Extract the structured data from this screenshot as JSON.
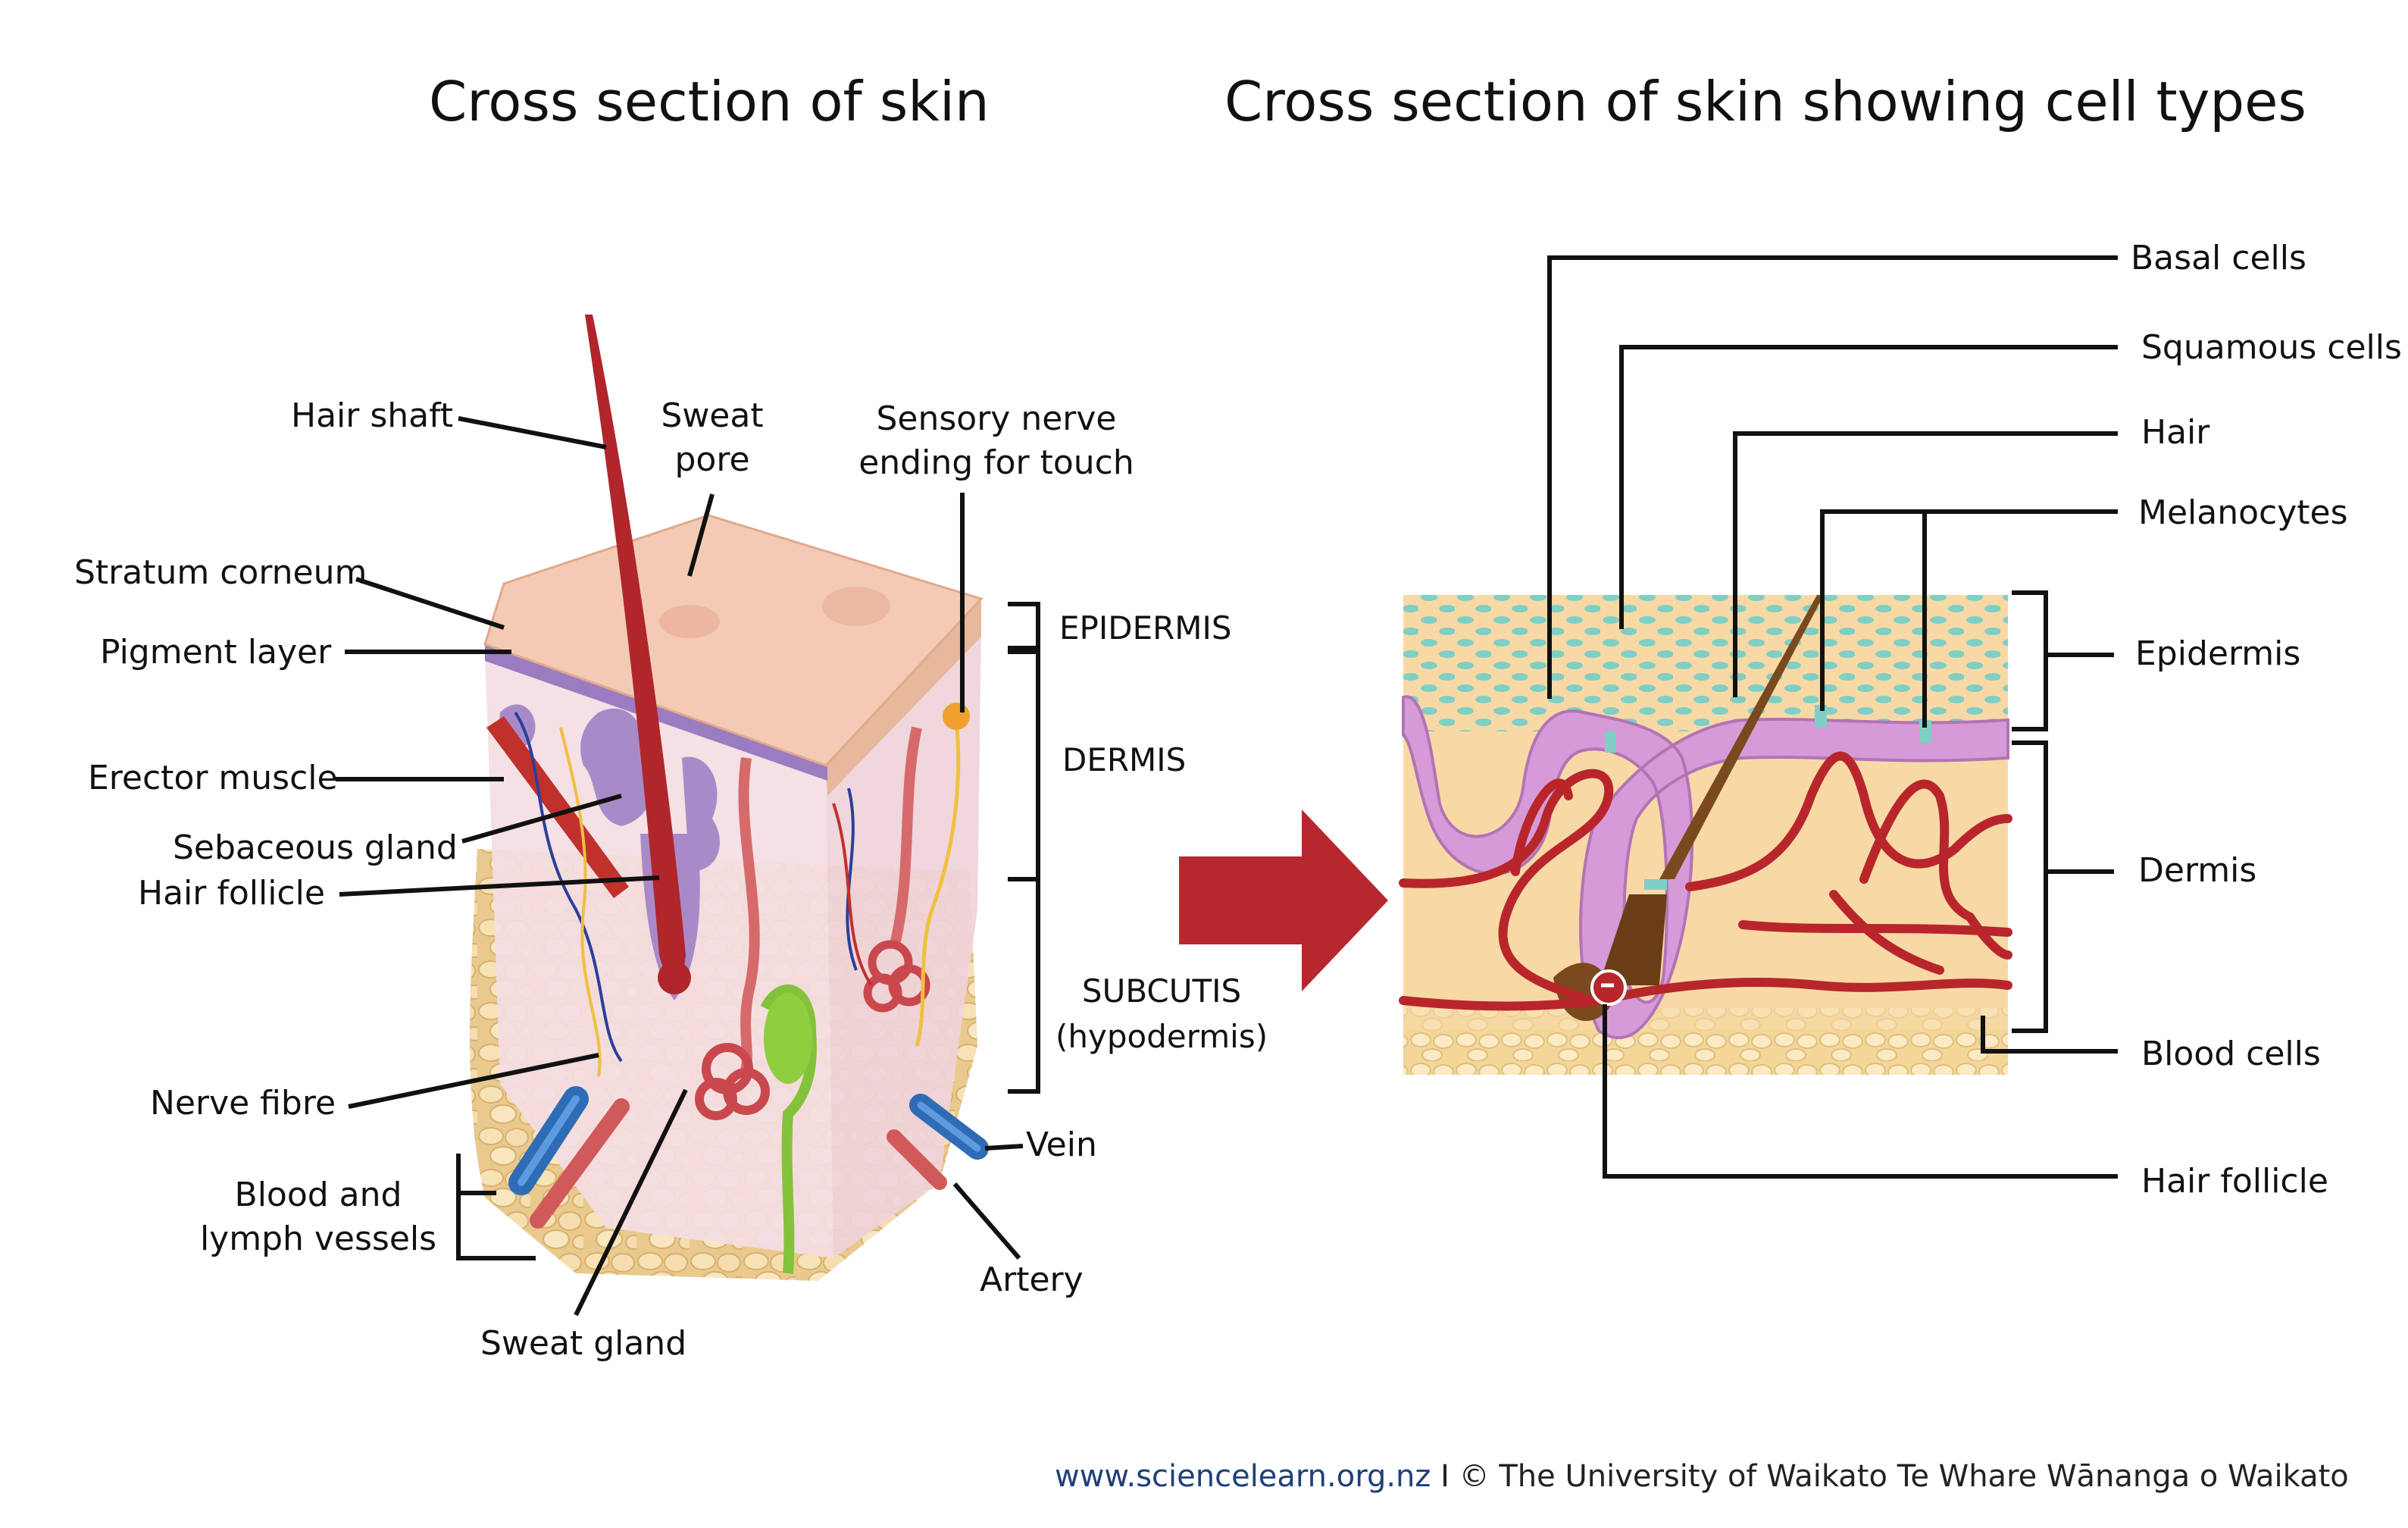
{
  "titles": {
    "left": "Cross section of skin",
    "right": "Cross section of skin showing cell types"
  },
  "left_labels": {
    "hair_shaft": "Hair shaft",
    "sweat_pore_line1": "Sweat",
    "sweat_pore_line2": "pore",
    "sensory_line1": "Sensory nerve",
    "sensory_line2": "ending for touch",
    "stratum_corneum": "Stratum corneum",
    "pigment_layer": "Pigment layer",
    "erector_muscle": "Erector muscle",
    "sebaceous_gland": "Sebaceous gland",
    "hair_follicle": "Hair follicle",
    "nerve_fibre": "Nerve fibre",
    "blood_line1": "Blood and",
    "blood_line2": "lymph vessels",
    "sweat_gland": "Sweat gland",
    "vein": "Vein",
    "artery": "Artery"
  },
  "left_layers": {
    "epidermis": "EPIDERMIS",
    "dermis": "DERMIS",
    "subcutis_line1": "SUBCUTIS",
    "subcutis_line2": "(hypodermis)"
  },
  "right_labels": {
    "basal_cells": "Basal cells",
    "squamous_cells": "Squamous cells",
    "hair": "Hair",
    "melanocytes": "Melanocytes",
    "epidermis": "Epidermis",
    "dermis": "Dermis",
    "blood_cells": "Blood cells",
    "hair_follicle": "Hair follicle"
  },
  "footer": {
    "url": "www.sciencelearn.org.nz",
    "separator": "I",
    "copyright": "© The University of Waikato Te Whare Wānanga o Waikato"
  },
  "colors": {
    "blood": "#b8262b",
    "vein": "#2e6db5",
    "skin_top": "#f3cbb4",
    "dermis": "#f4dde3",
    "fat": "#f1d7a3",
    "pigment": "#a98ac9",
    "arrow": "#b7282e",
    "basal": "#d79ad8",
    "squamous": "#7fcfc4"
  }
}
